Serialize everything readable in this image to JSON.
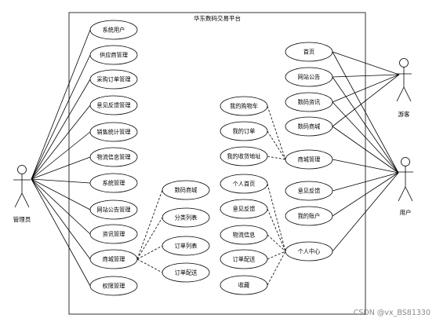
{
  "system": {
    "title": "华东数码交易平台"
  },
  "actors": {
    "admin": "管理员",
    "guest": "游客",
    "user": "用户"
  },
  "admin_usecases": [
    "系统用户",
    "供应商管理",
    "采购订单管理",
    "意见反馈管理",
    "销售统计管理",
    "物流信息管理",
    "系统管理",
    "网站公告管理",
    "资讯管理",
    "商城管理",
    "权限管理"
  ],
  "mall_subusecases": [
    "数码商城",
    "分类列表",
    "订单列表",
    "订单配送"
  ],
  "middle_usecases": [
    "我的购物车",
    "我的订单",
    "我的收货地址",
    "个人首页",
    "意见反馈",
    "物流信息",
    "订单配送",
    "收藏"
  ],
  "right_usecases": [
    "首页",
    "网站公告",
    "数码资讯",
    "数码商城",
    "商城管理",
    "意见反馈",
    "我的账户",
    "个人中心"
  ],
  "watermark": "CSDN @vx_BS81330",
  "colors": {
    "line": "#000000",
    "background": "#ffffff",
    "watermark": "#8a8a8a"
  }
}
